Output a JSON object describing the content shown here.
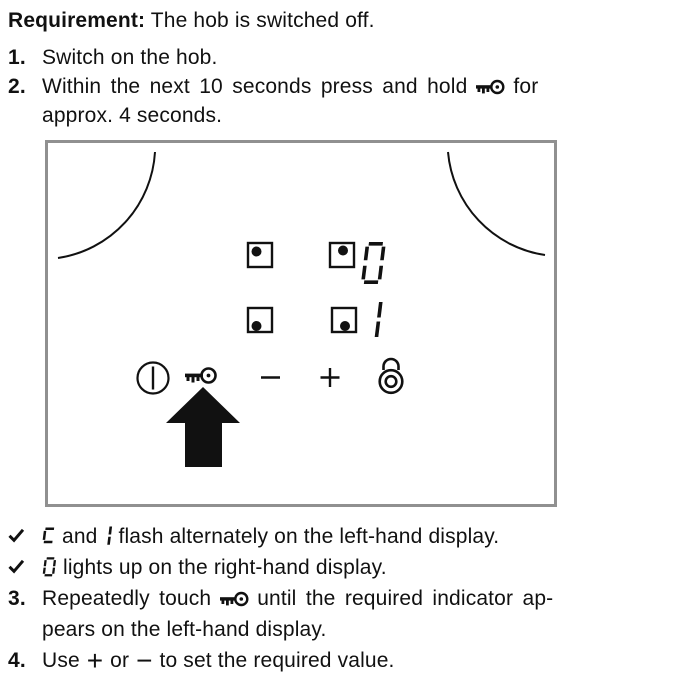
{
  "requirement": {
    "label": "Requirement:",
    "text": "The hob is switched off."
  },
  "steps": [
    {
      "num": "1.",
      "text": "Switch on the hob."
    },
    {
      "num": "2.",
      "text_before_icon": "Within the next 10 seconds press and hold",
      "text_after_icon": "for",
      "text_line2": "approx. 4 seconds."
    },
    {
      "num": "3.",
      "text_before_icon": "Repeatedly touch",
      "text_after_icon": "until the required indicator ap-",
      "text_line2": "pears on the left-hand display."
    },
    {
      "num": "4.",
      "text_use": "Use",
      "plus": "+",
      "text_or": "or",
      "minus": "−",
      "text_rest": "to set the required value."
    }
  ],
  "results": [
    {
      "glyph1": "c",
      "word_between": "and",
      "glyph2": "1",
      "text": "flash alternately on the left-hand display."
    },
    {
      "glyph": "0",
      "text": "lights up on the right-hand display."
    }
  ],
  "diagram": {
    "displays": {
      "top_right_digit": "0",
      "bottom_right_digit": "1"
    },
    "controls": {
      "power": "power",
      "key": "key",
      "minus": "−",
      "plus": "+",
      "lock": "childproof lock"
    },
    "indicator_squares": 4,
    "arrow_note": "solid arrow pointing up at key control",
    "border_color": "#909090"
  },
  "symbols": {
    "check": "✓",
    "key": "key",
    "seg_c": "c",
    "seg_1": "1",
    "seg_0": "0"
  },
  "colors": {
    "text": "#111111",
    "diagram_border": "#909090"
  }
}
